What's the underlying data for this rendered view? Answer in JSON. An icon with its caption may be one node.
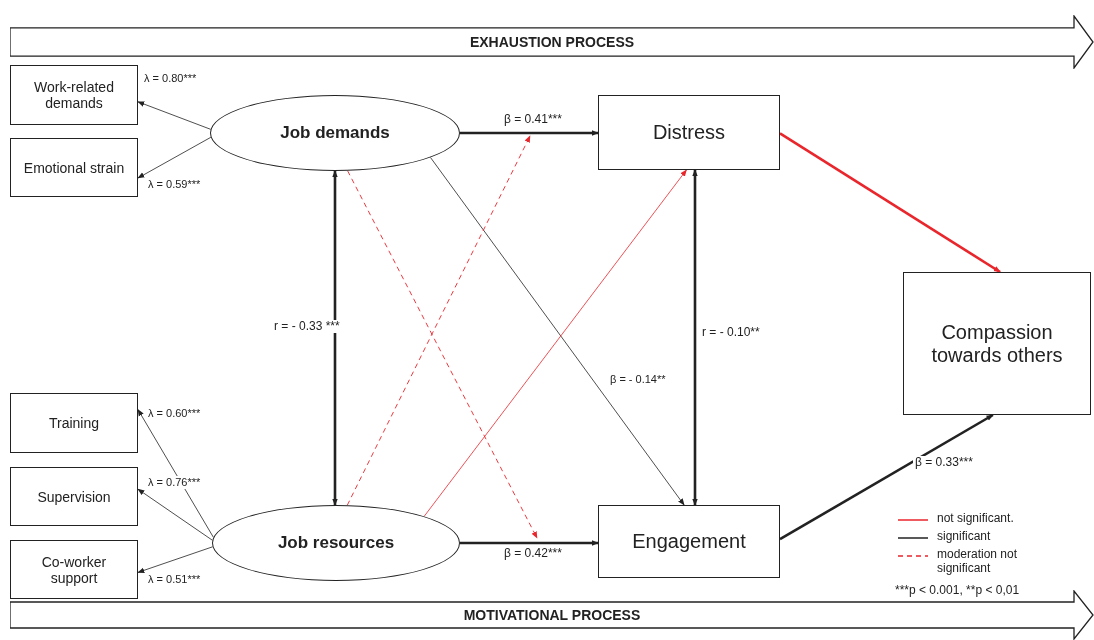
{
  "diagram": {
    "nodes": [
      {
        "text": [
          "EXHAUSTION PROCESS"
        ]
      },
      {
        "text": [
          "Work-related demands"
        ]
      },
      {
        "text": [
          "Emotional strain"
        ]
      },
      {
        "text": [
          "Job demands"
        ]
      },
      {
        "text": [
          "Distress"
        ]
      },
      {
        "text": [
          "Compassion towards others"
        ]
      },
      {
        "text": [
          "Training"
        ]
      },
      {
        "text": [
          "Supervision"
        ]
      },
      {
        "text": [
          "Co-worker support"
        ]
      },
      {
        "text": [
          "Job resources"
        ]
      },
      {
        "text": [
          "Engagement"
        ]
      },
      {
        "text": [
          "MOTIVATIONAL PROCESS"
        ]
      }
    ],
    "edges": [
      {
        "from": 3,
        "to": 1,
        "arrow": "to",
        "label": "λ = 0.80***"
      },
      {
        "from": 3,
        "to": 2,
        "arrow": "to",
        "label": "λ = 0.59***"
      },
      {
        "from": 3,
        "to": 4,
        "arrow": "to",
        "label": "β = 0.41***",
        "style": "thick"
      },
      {
        "from": 3,
        "to": null,
        "arrow": "to",
        "style": "dashed",
        "color": "#e8262c"
      },
      {
        "from": 3,
        "to": 9,
        "arrow": "both",
        "label": "r = - 0.33 ***",
        "style": "thick"
      },
      {
        "from": 3,
        "to": 10,
        "arrow": "to",
        "label": "β = - 0.14**"
      },
      {
        "from": 9,
        "to": 6,
        "arrow": "to",
        "label": "λ = 0.60***"
      },
      {
        "from": 9,
        "to": 7,
        "arrow": "to",
        "label": "λ = 0.76***"
      },
      {
        "from": 9,
        "to": 8,
        "arrow": "to",
        "label": "λ = 0.51***"
      },
      {
        "from": 9,
        "to": 4,
        "arrow": "to",
        "color": "#e8262c"
      },
      {
        "from": 9,
        "to": null,
        "arrow": "to",
        "style": "dashed",
        "color": "#e8262c"
      },
      {
        "from": 9,
        "to": 10,
        "arrow": "to",
        "label": "β = 0.42***",
        "style": "thick"
      },
      {
        "from": 4,
        "to": 10,
        "arrow": "both",
        "label": "r = - 0.10**",
        "style": "thick"
      },
      {
        "from": 4,
        "to": 5,
        "arrow": "to",
        "style": "thick",
        "color": "#e8262c"
      },
      {
        "from": 10,
        "to": 5,
        "arrow": "to",
        "label": "β = 0.33***",
        "style": "thick"
      }
    ],
    "labels": [
      "***p < 0.001, **p < 0,01"
    ],
    "legend": [
      {
        "text": "not significant."
      },
      {
        "text": "significant"
      },
      {
        "text": "moderation not significant"
      }
    ]
  }
}
